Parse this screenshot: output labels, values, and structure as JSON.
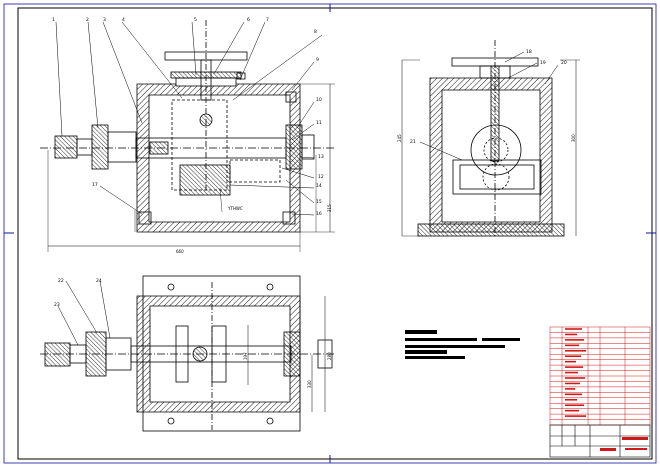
{
  "labels": {
    "front": [
      "1",
      "2",
      "3",
      "4",
      "5",
      "6",
      "7",
      "8",
      "9",
      "10",
      "11",
      "12",
      "13",
      "14",
      "15",
      "16",
      "17"
    ],
    "side": [
      "18",
      "19",
      "20",
      "21"
    ],
    "top": [
      "22",
      "23",
      "24"
    ]
  },
  "dims": {
    "overall_width": "660",
    "front_height": "315",
    "side_height": "300",
    "side_left": "245",
    "top_height": "280",
    "top_inner": "197",
    "top_side": "330",
    "spec_text": "YTHWC"
  },
  "title_block": {
    "part_rows": 18
  },
  "colors": {
    "line": "#000000",
    "hatch": "#000000",
    "border": "#1010a0",
    "accent": "#d01818"
  }
}
